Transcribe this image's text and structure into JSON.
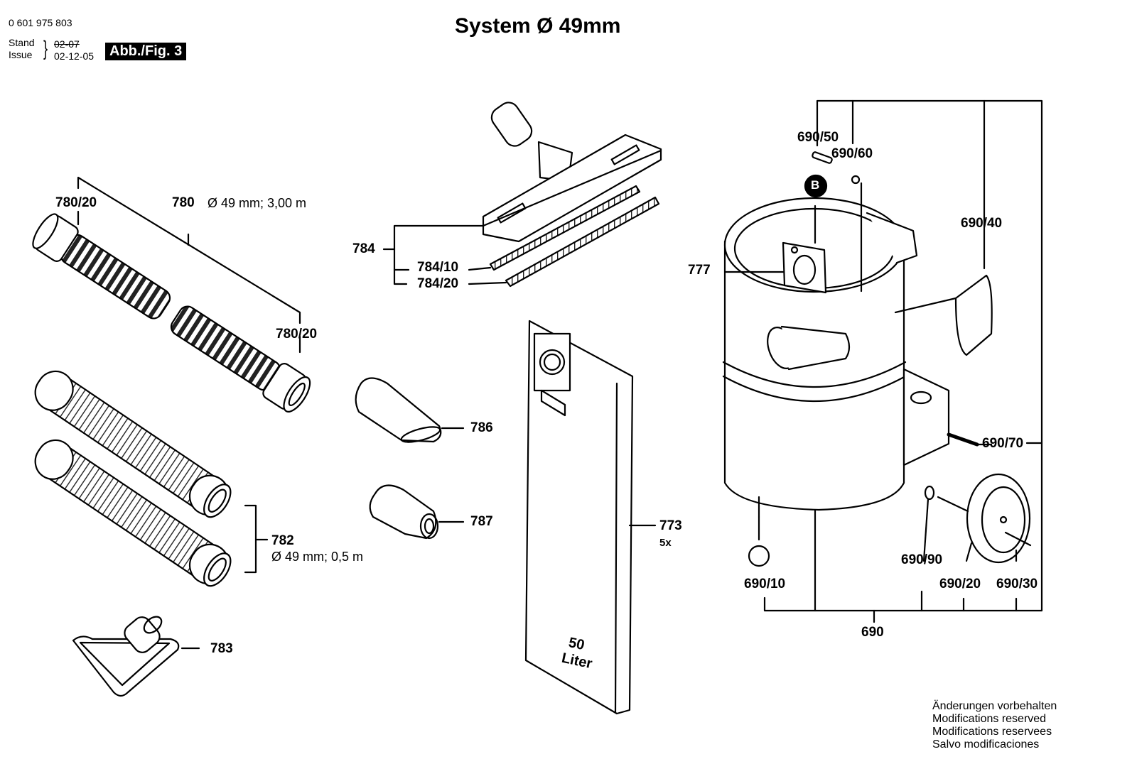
{
  "header": {
    "part_number": "0 601 975 803",
    "stand_label": "Stand",
    "issue_label": "Issue",
    "stand_date": "02-07",
    "issue_date": "02-12-05",
    "figure_label": "Abb./Fig. 3",
    "title": "System Ø 49mm"
  },
  "callouts": {
    "c780_20a": "780/20",
    "c780": "780",
    "c780_spec": "Ø 49 mm; 3,00 m",
    "c780_20b": "780/20",
    "c782": "782",
    "c782_spec": "Ø 49 mm; 0,5 m",
    "c783": "783",
    "c784": "784",
    "c784_10": "784/10",
    "c784_20": "784/20",
    "c786": "786",
    "c787": "787",
    "c773": "773",
    "c773_qty": "5x",
    "bag_text_1": "50",
    "bag_text_2": "Liter",
    "c777": "777",
    "marker_b": "B",
    "c690_50": "690/50",
    "c690_60": "690/60",
    "c690_40": "690/40",
    "c690_70": "690/70",
    "c690_90": "690/90",
    "c690_10": "690/10",
    "c690_20": "690/20",
    "c690_30": "690/30",
    "c690": "690"
  },
  "notes": {
    "line1": "Änderungen vorbehalten",
    "line2": "Modifications reserved",
    "line3": "Modifications reservees",
    "line4": "Salvo modificaciones"
  }
}
